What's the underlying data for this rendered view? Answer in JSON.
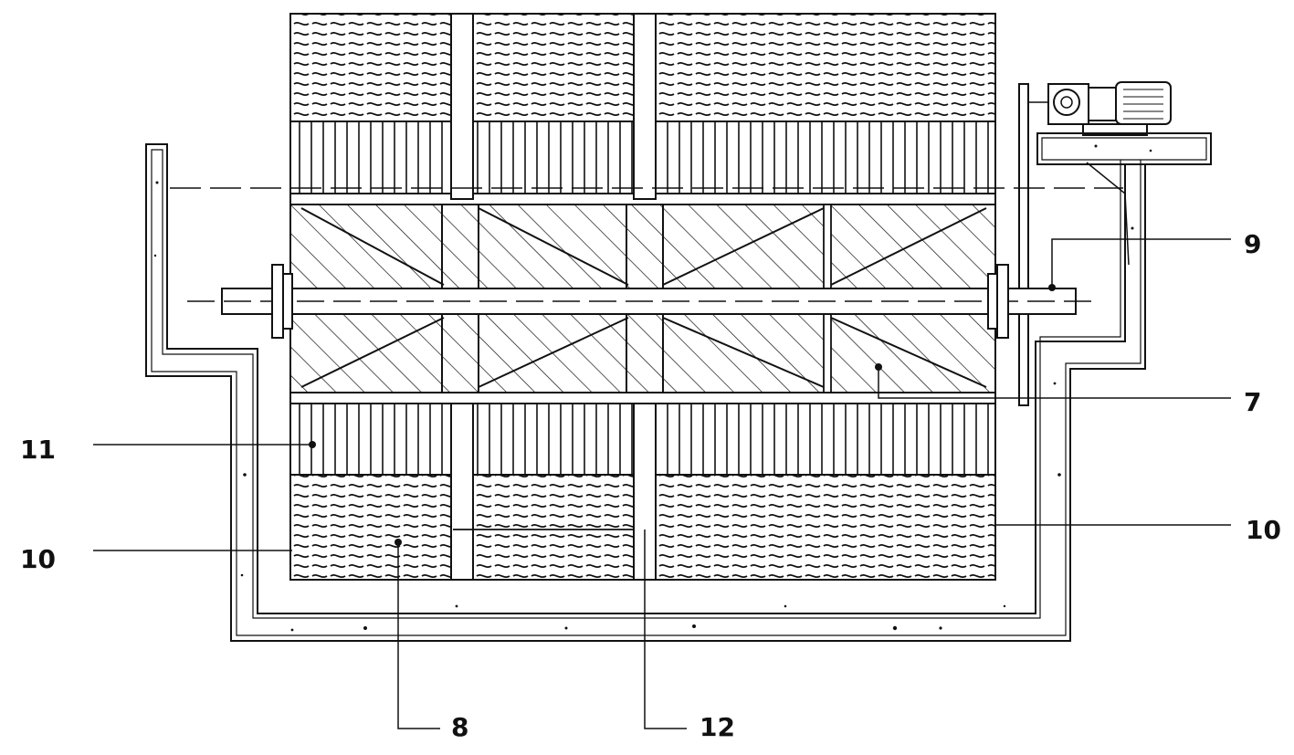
{
  "diagram": {
    "labels": {
      "l7": "7",
      "l8": "8",
      "l9": "9",
      "l10_left": "10",
      "l10_right": "10",
      "l11": "11",
      "l12": "12"
    },
    "colors": {
      "line": "#111111",
      "background": "#ffffff"
    }
  }
}
